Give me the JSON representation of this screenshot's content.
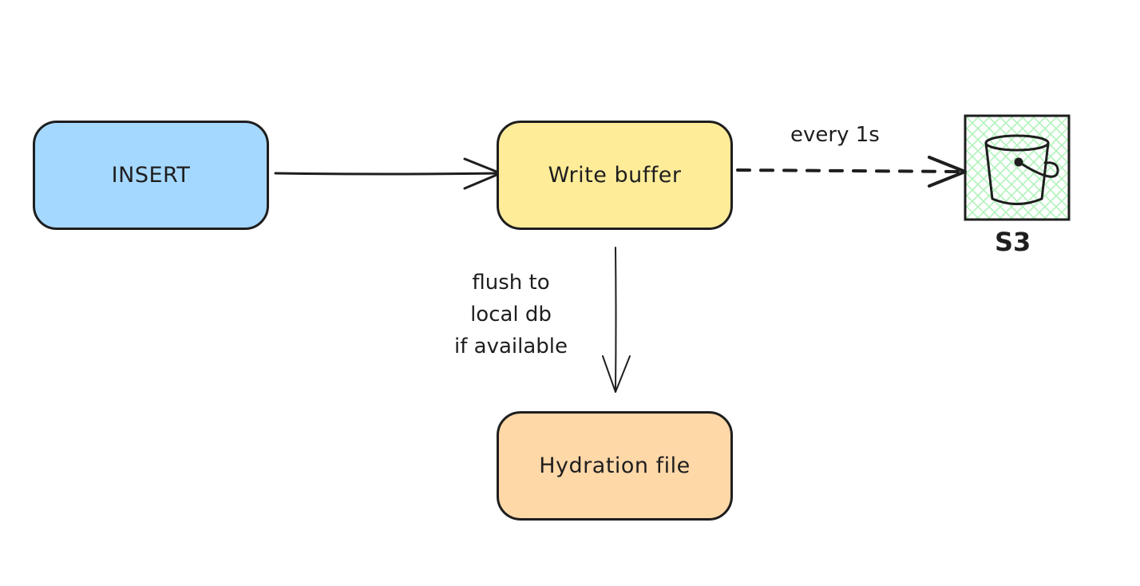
{
  "nodes": {
    "insert": {
      "label": "INSERT",
      "fill": "#a5d8ff"
    },
    "write_buffer": {
      "label": "Write buffer",
      "fill": "#ffec99"
    },
    "hydration_file": {
      "label": "Hydration file",
      "fill": "#ffd8a8"
    }
  },
  "edges": {
    "buffer_to_s3": {
      "label": "every 1s",
      "style": "dashed"
    },
    "buffer_to_hydration": {
      "label_lines": [
        "flush to",
        "local db",
        "if available"
      ],
      "style": "solid"
    }
  },
  "storage": {
    "s3": {
      "label": "S3",
      "icon": "bucket-icon",
      "pattern_color": "#b2f2bb"
    }
  },
  "colors": {
    "stroke": "#1e1e1e",
    "background": "#ffffff"
  }
}
